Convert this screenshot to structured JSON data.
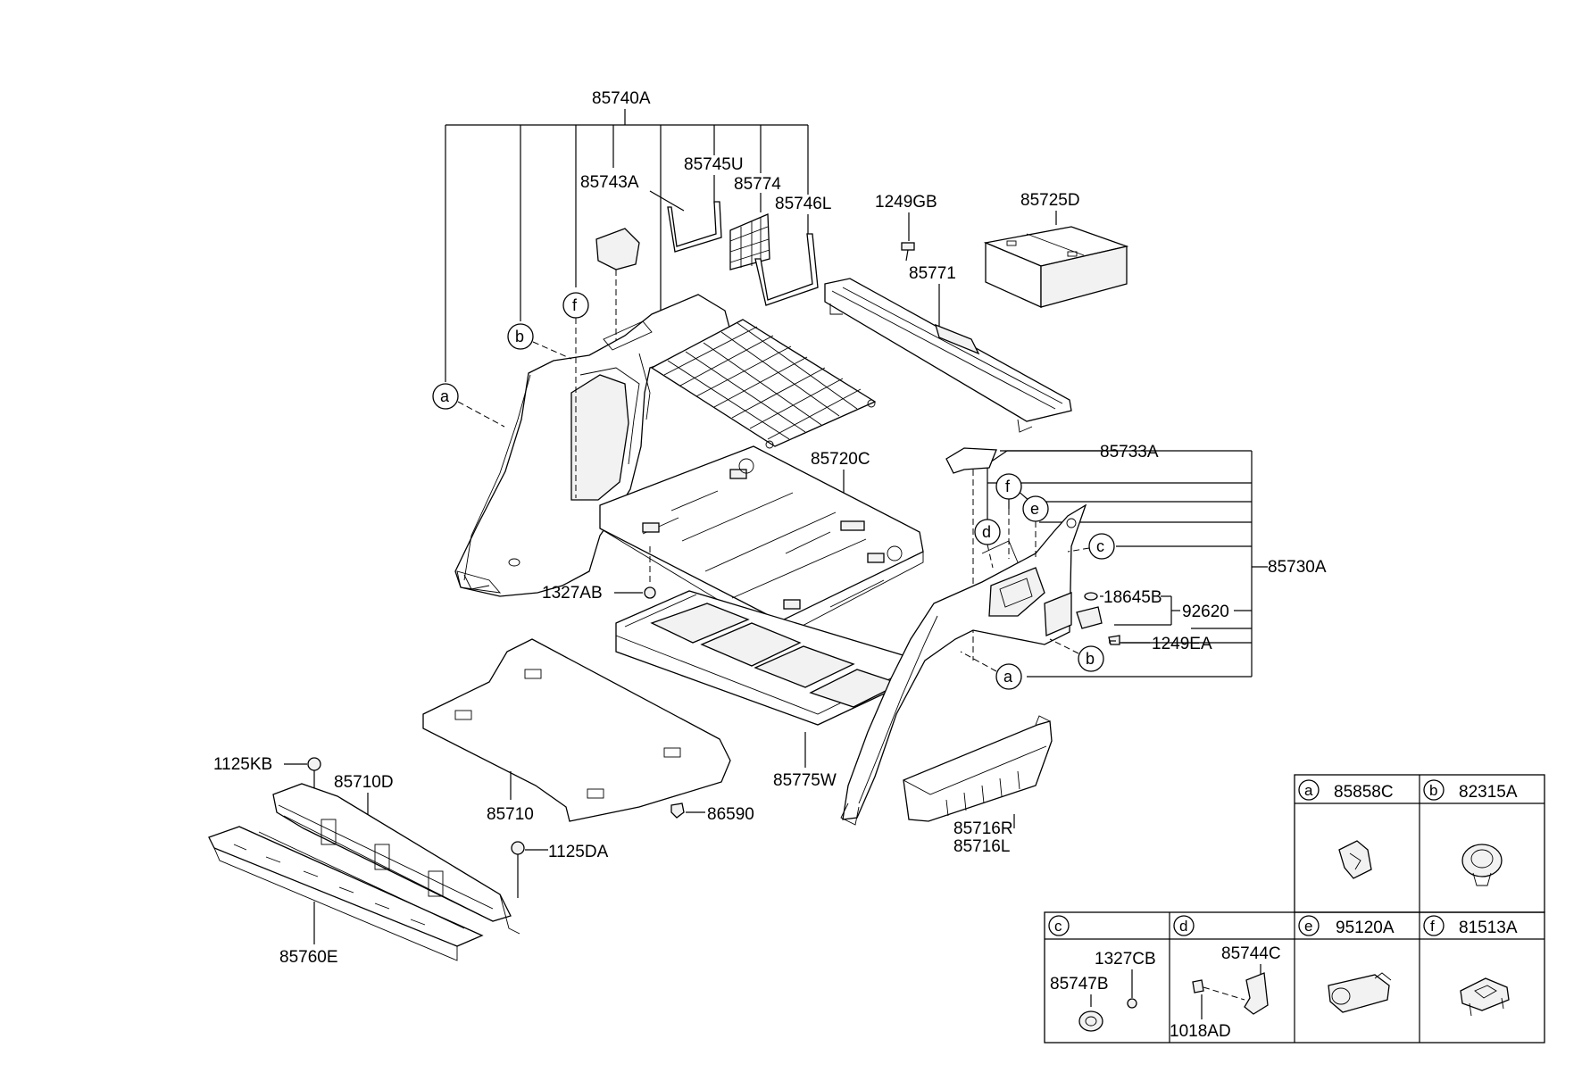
{
  "callouts": {
    "p85740A": "85740A",
    "p85745U": "85745U",
    "p85743A": "85743A",
    "p85774": "85774",
    "p85746L": "85746L",
    "p1249GB": "1249GB",
    "p85725D": "85725D",
    "p85771": "85771",
    "p85720C": "85720C",
    "p85733A": "85733A",
    "p85730A": "85730A",
    "p18645B": "18645B",
    "p92620": "92620",
    "p1249EA": "1249EA",
    "p1327AB": "1327AB",
    "p85775W": "85775W",
    "p85716R": "85716R",
    "p85716L": "85716L",
    "p1125KB": "1125KB",
    "p85710D": "85710D",
    "p85710": "85710",
    "p86590": "86590",
    "p1125DA": "1125DA",
    "p85760E": "85760E"
  },
  "letters": {
    "a": "a",
    "b": "b",
    "c": "c",
    "d": "d",
    "e": "e",
    "f": "f"
  },
  "legend": {
    "a_part": "85858C",
    "b_part": "82315A",
    "c_part1": "1327CB",
    "c_part2": "85747B",
    "d_part1": "85744C",
    "d_part2": "1018AD",
    "e_part": "95120A",
    "f_part": "81513A"
  }
}
